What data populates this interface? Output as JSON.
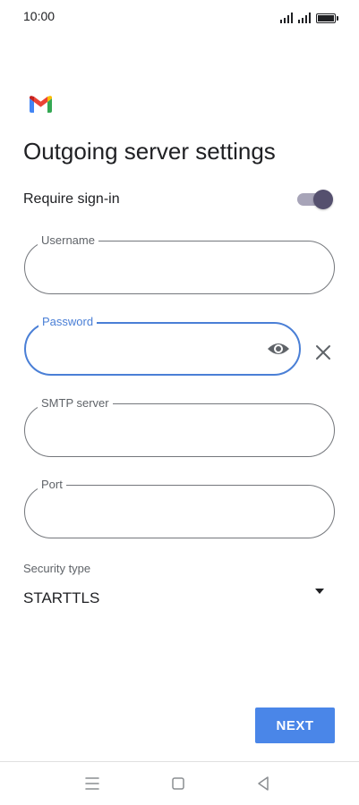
{
  "status_bar": {
    "time": "10:00"
  },
  "app": {
    "logo_icon": "gmail-logo-icon",
    "title": "Outgoing server settings"
  },
  "require_signin": {
    "label": "Require sign-in",
    "enabled": true
  },
  "fields": {
    "username": {
      "label": "Username",
      "value": ""
    },
    "password": {
      "label": "Password",
      "value": ""
    },
    "smtp_server": {
      "label": "SMTP server",
      "value": ""
    },
    "port": {
      "label": "Port",
      "value": ""
    }
  },
  "security": {
    "label": "Security type",
    "selected": "STARTTLS"
  },
  "actions": {
    "next_label": "NEXT"
  },
  "colors": {
    "accent": "#4a86e8",
    "focus": "#4a7fd6",
    "toggle_thumb": "#55506e",
    "toggle_track": "#a7a4b8"
  }
}
